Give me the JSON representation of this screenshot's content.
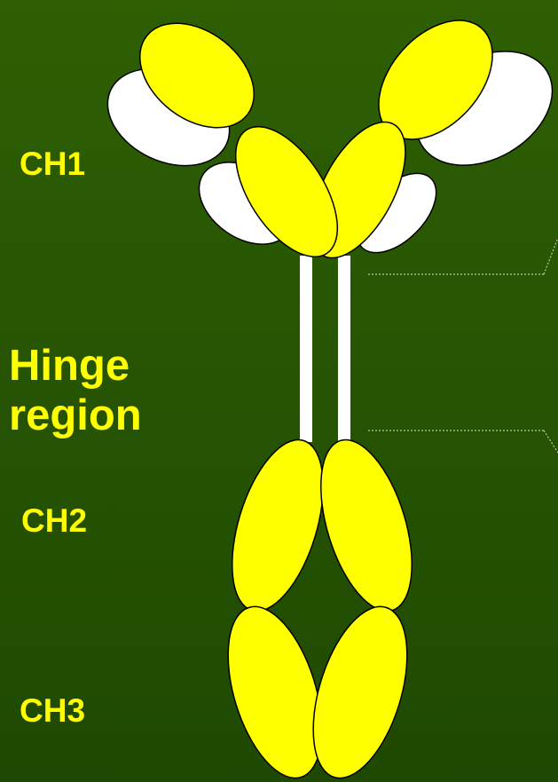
{
  "labels": {
    "ch1": "CH1",
    "hinge_line1": "Hinge",
    "hinge_line2": "region",
    "ch2": "CH2",
    "ch3": "CH3"
  },
  "colors": {
    "domain_fill": "#ffff00",
    "light_chain_fill": "#ffffff",
    "outline": "#000000",
    "label_text": "#ffff00",
    "background_top": "#2e5f03",
    "background_bottom": "#1f4902"
  }
}
